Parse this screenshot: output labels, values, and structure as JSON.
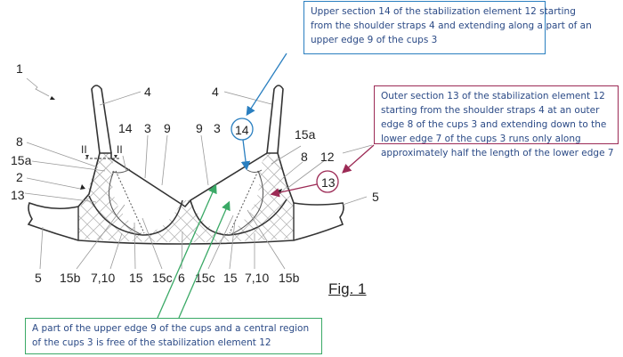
{
  "figure": {
    "title": "Fig. 1",
    "reference_labels": {
      "bra": "1",
      "strap_left": "4",
      "strap_right": "4",
      "left": {
        "n14": "14",
        "n3": "3",
        "n9": "9",
        "n8": "8",
        "n15a": "15a",
        "n2": "2",
        "n13": "13",
        "sectionA": "II",
        "sectionB": "II"
      },
      "right": {
        "n9": "9",
        "n3": "3",
        "n14": "14",
        "n15a": "15a",
        "n8": "8",
        "n12": "12",
        "n13": "13",
        "n5": "5"
      },
      "bottom": [
        "5",
        "15b",
        "7,10",
        "15",
        "15c",
        "6",
        "15c",
        "15",
        "7,10",
        "15b"
      ]
    }
  },
  "annotations": {
    "upper_section": {
      "lines": [
        "Upper section 14 of the stabilization element 12 starting",
        "from the shoulder straps 4 and extending along a part of an",
        "upper edge 9 of the cups 3"
      ],
      "color": "#2a7fc0"
    },
    "outer_section": {
      "lines": [
        "Outer section 13 of the stabilization element 12",
        "starting from the shoulder straps 4 at an outer",
        "edge 8 of the cups 3 and extending down to the",
        "lower edge 7 of the cups 3 runs only along",
        "approximately half the length of the lower edge 7"
      ],
      "color": "#9c2a55"
    },
    "free_region": {
      "lines": [
        "A part of the upper edge 9 of the cups and a central region",
        "of the cups 3 is free of the stabilization element 12"
      ],
      "color": "#3aa966"
    }
  }
}
